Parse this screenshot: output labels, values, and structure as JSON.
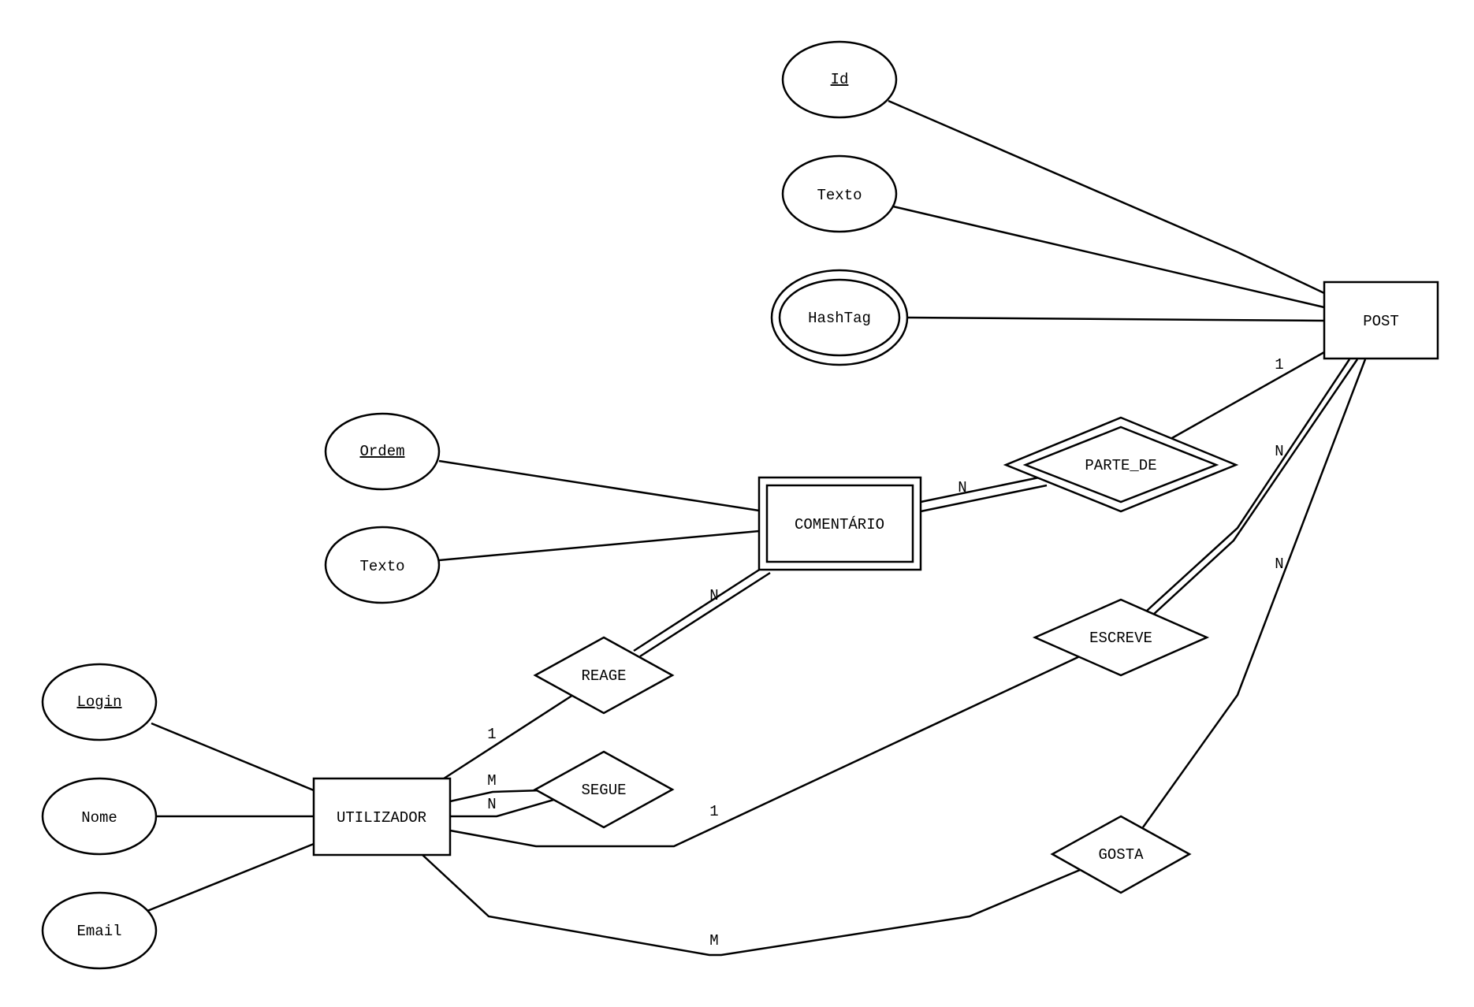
{
  "entities": {
    "post": "POST",
    "comentario": "COMENTÁRIO",
    "utilizador": "UTILIZADOR"
  },
  "attributes": {
    "post_id": "Id",
    "post_texto": "Texto",
    "post_hashtag": "HashTag",
    "comentario_ordem": "Ordem",
    "comentario_texto": "Texto",
    "utilizador_login": "Login",
    "utilizador_nome": "Nome",
    "utilizador_email": "Email"
  },
  "relationships": {
    "parte_de": "PARTE_DE",
    "escreve": "ESCREVE",
    "reage": "REAGE",
    "segue": "SEGUE",
    "gosta": "GOSTA"
  },
  "cardinalities": {
    "parte_de_post": "1",
    "parte_de_comentario": "N",
    "escreve_post": "N",
    "escreve_utilizador": "1",
    "gosta_post": "N",
    "gosta_utilizador": "M",
    "reage_comentario": "N",
    "reage_utilizador": "1",
    "segue_m": "M",
    "segue_n": "N"
  },
  "key_attributes": [
    "Id",
    "Ordem",
    "Login"
  ],
  "multivalued_attributes": [
    "HashTag"
  ],
  "weak_entities": [
    "COMENTÁRIO"
  ],
  "identifying_relationships": [
    "PARTE_DE"
  ]
}
